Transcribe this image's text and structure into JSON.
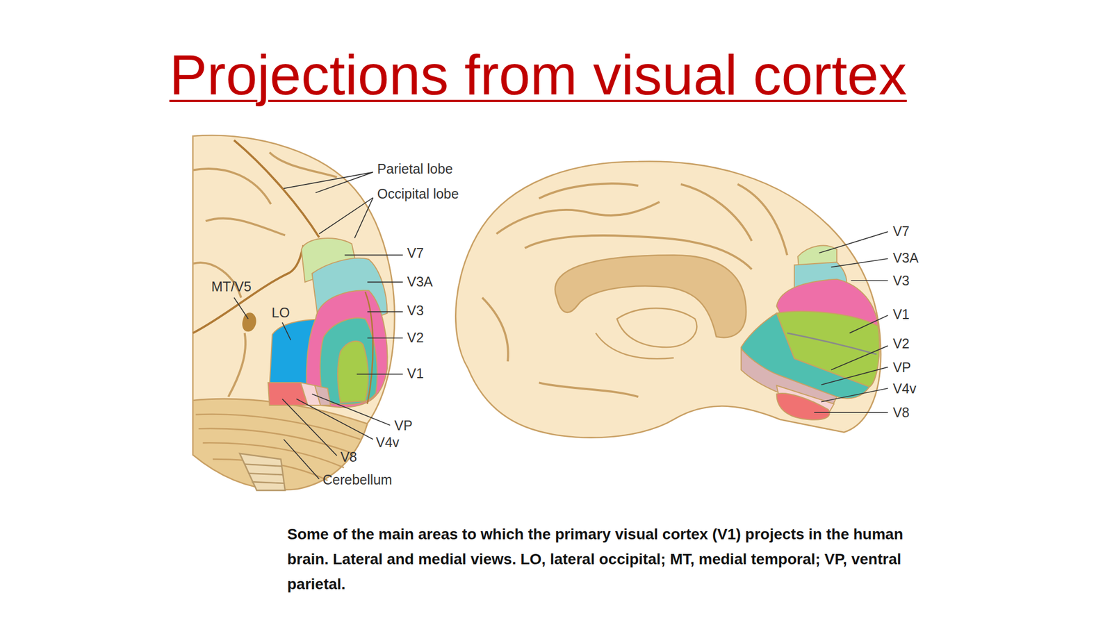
{
  "diagram": {
    "title": "Projections from visual cortex",
    "caption": "Some of the main areas to which the primary visual cortex (V1) projects in the human brain. Lateral and medial views. LO, lateral occipital; MT, medial temporal; VP, ventral parietal.",
    "labels": [
      "Parietal lobe",
      "Occipital lobe",
      "V7",
      "MT/V5",
      "V3A",
      "LO",
      "V3",
      "V2",
      "V1",
      "VP",
      "V4v",
      "V8",
      "Cerebellum",
      "V7",
      "V3A",
      "V3",
      "V1",
      "V2",
      "VP",
      "V4v",
      "V8"
    ]
  }
}
